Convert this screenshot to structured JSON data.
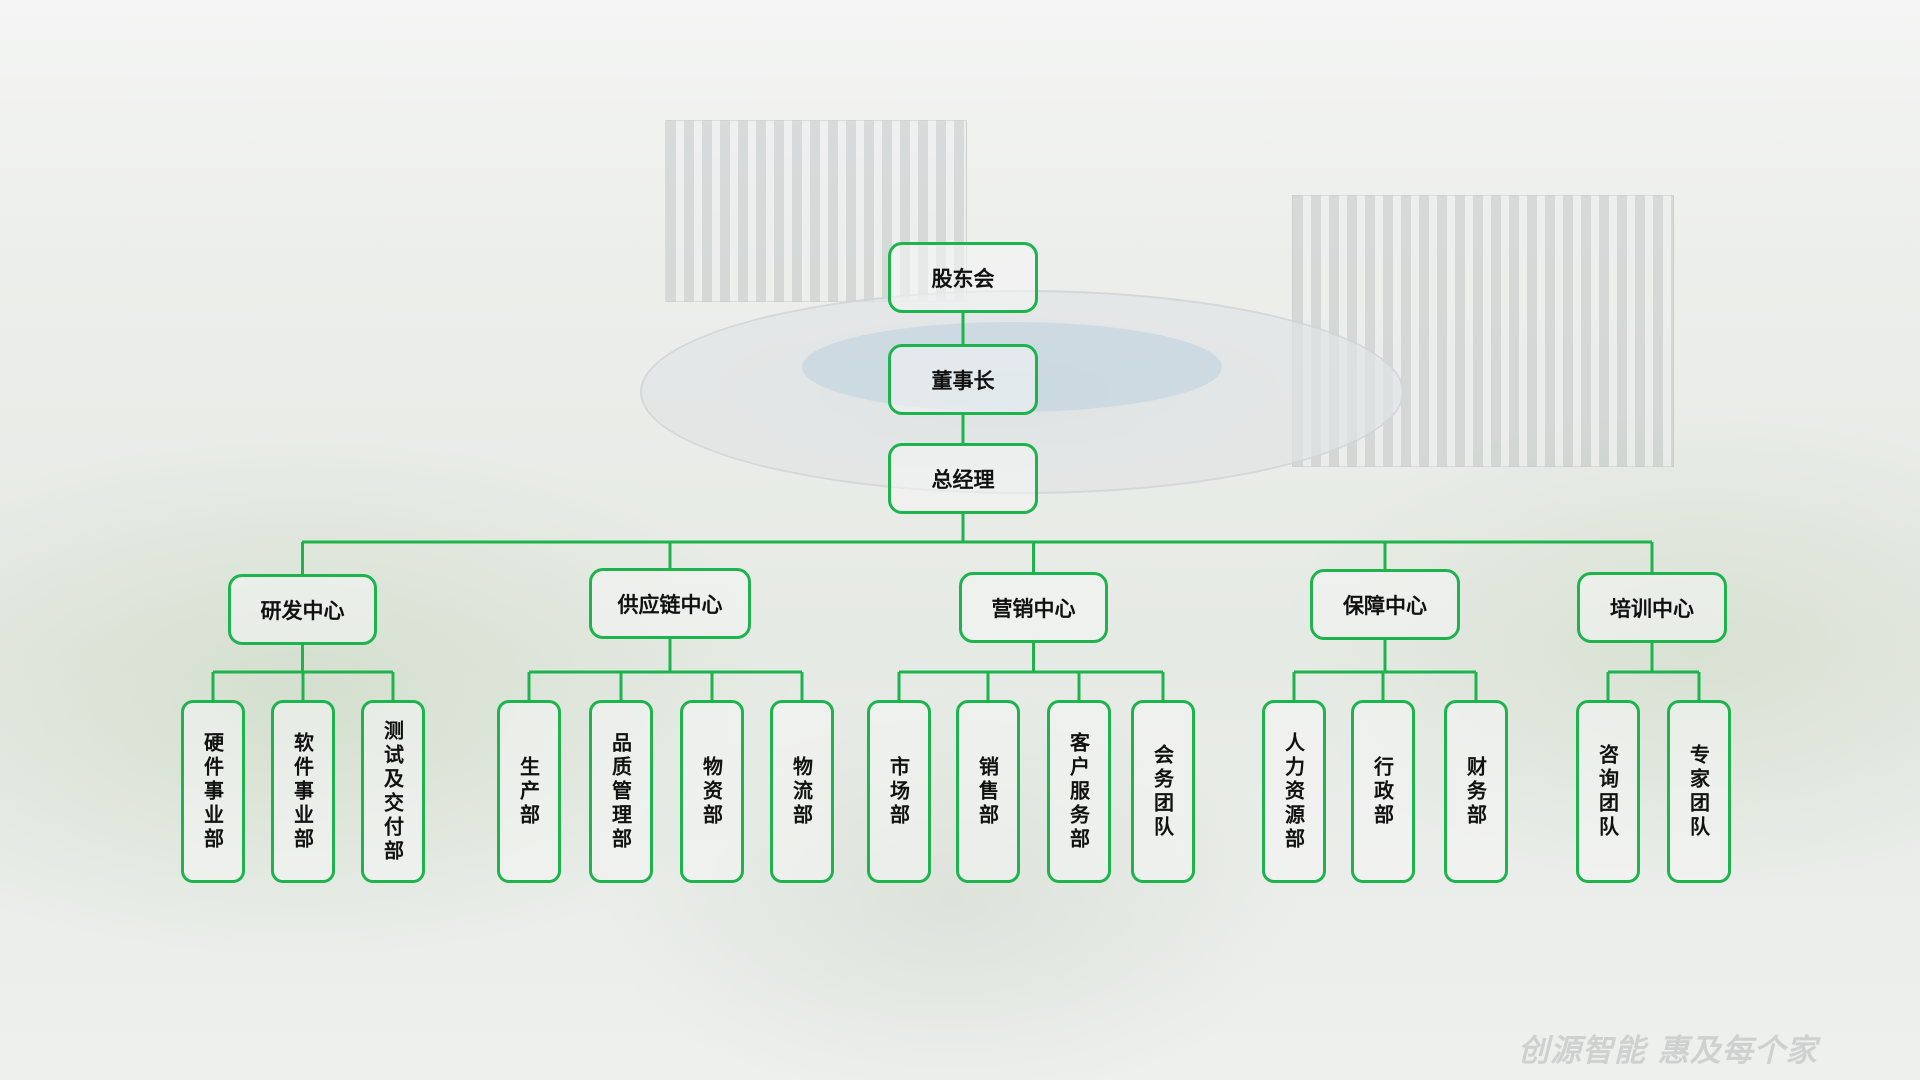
{
  "top": [
    "股东会",
    "董事长",
    "总经理"
  ],
  "centers": [
    {
      "name": "研发中心",
      "subs": [
        "硬件事业部",
        "软件事业部",
        "测试及交付部"
      ]
    },
    {
      "name": "供应链中心",
      "subs": [
        "生产部",
        "品质管理部",
        "物资部",
        "物流部"
      ]
    },
    {
      "name": "营销中心",
      "subs": [
        "市场部",
        "销售部",
        "客户服务部",
        "会务团队"
      ]
    },
    {
      "name": "保障中心",
      "subs": [
        "人力资源部",
        "行政部",
        "财务部"
      ]
    },
    {
      "name": "培训中心",
      "subs": [
        "咨询团队",
        "专家团队"
      ]
    }
  ],
  "colors": {
    "line": "#1db34d"
  },
  "slogan": "创源智能  惠及每个家"
}
